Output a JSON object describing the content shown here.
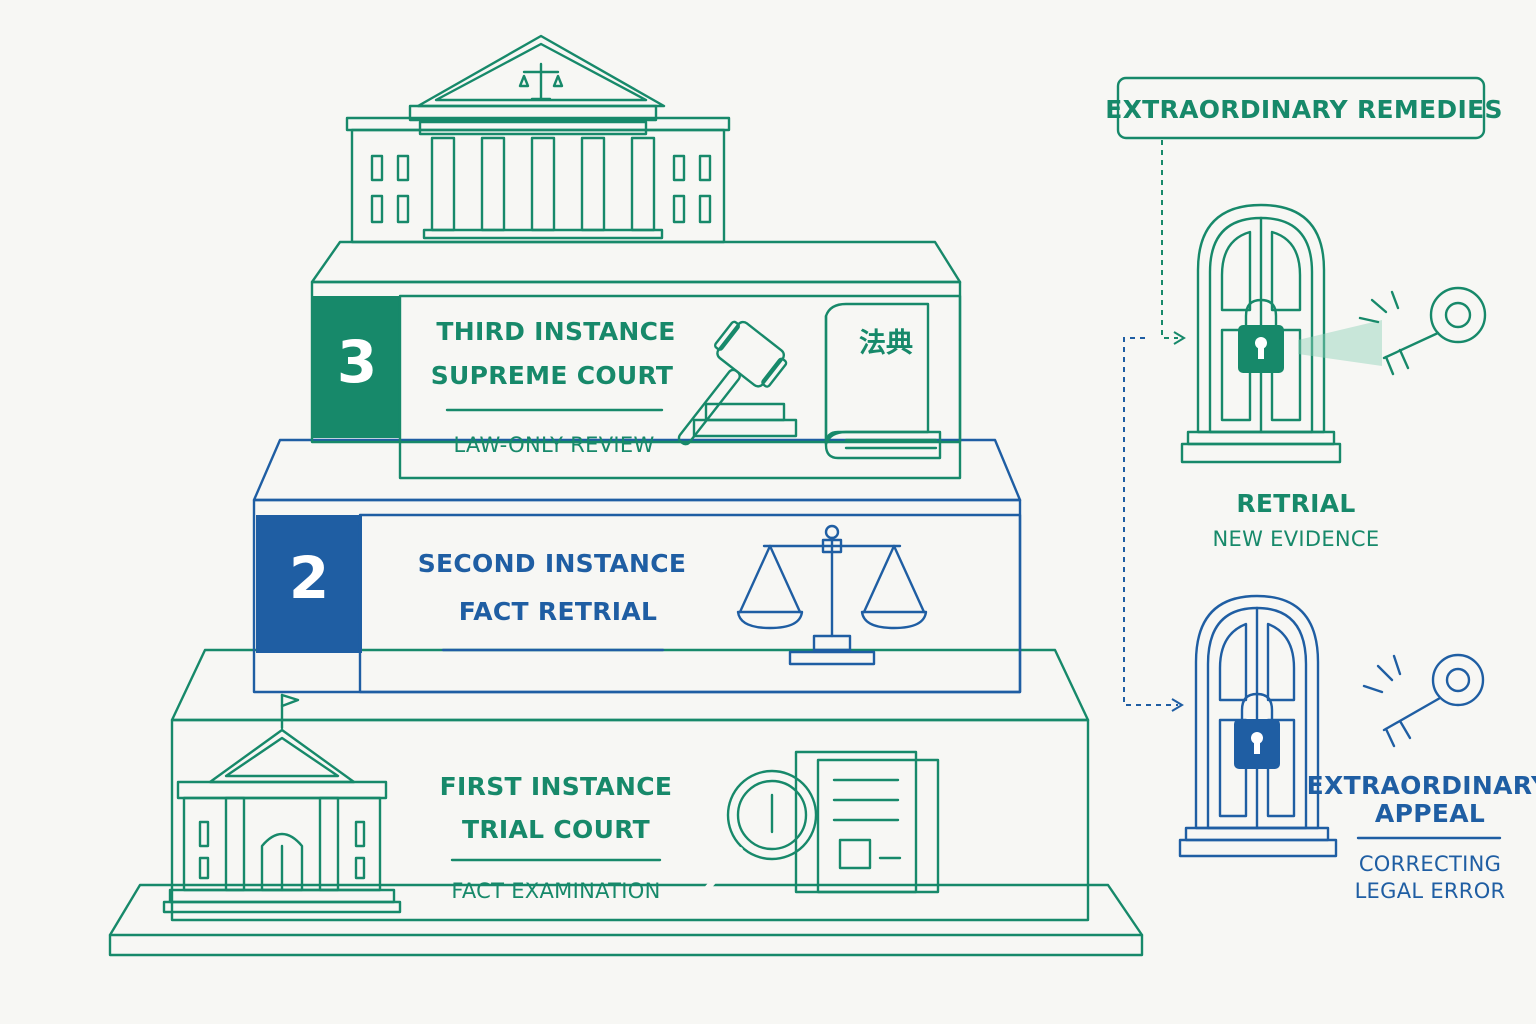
{
  "tiers": [
    {
      "number": "3",
      "title": "THIRD INSTANCE",
      "subtitle": "SUPREME COURT",
      "note": "LAW-ONLY REVIEW",
      "book_label": "法典",
      "color": "#17896a"
    },
    {
      "number": "2",
      "title": "SECOND INSTANCE",
      "subtitle": "FACT RETRIAL",
      "color": "#1f5ea3"
    },
    {
      "title": "FIRST INSTANCE",
      "subtitle": "TRIAL COURT",
      "note": "FACT EXAMINATION",
      "color": "#17896a"
    }
  ],
  "remedies": {
    "header": "EXTRAORDINARY REMEDIES",
    "retrial": {
      "title": "RETRIAL",
      "subtitle": "NEW EVIDENCE",
      "color": "#17896a"
    },
    "extraordinary_appeal": {
      "title_line1": "EXTRAORDINARY",
      "title_line2": "APPEAL",
      "note_line1": "CORRECTING",
      "note_line2": "LEGAL ERROR",
      "color": "#1f5ea3"
    }
  }
}
